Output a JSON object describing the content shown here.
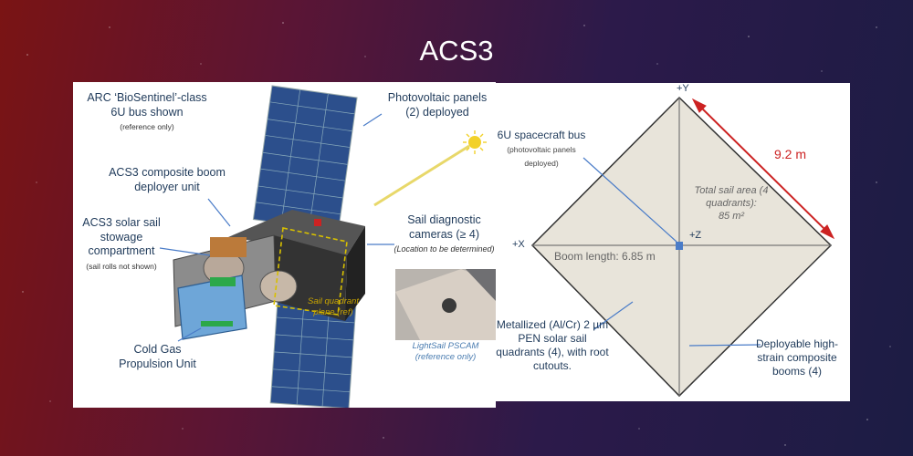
{
  "title": "ACS3",
  "left_panel": {
    "bus_label": "ARC ‘BioSentinel’-class 6U bus shown",
    "bus_note": "(reference only)",
    "pv_label": "Photovoltaic panels (2) deployed",
    "boom_deployer_label": "ACS3 composite boom deployer unit",
    "stowage_label": "ACS3 solar sail stowage compartment",
    "stowage_note": "(sail rolls not shown)",
    "cameras_label": "Sail diagnostic cameras (≥ 4)",
    "cameras_note": "(Location to be determined)",
    "quadrant_plane_label": "Sail quadrant plane (ref)",
    "pscam_label": "LightSail PSCAM",
    "pscam_note": "(reference only)",
    "propulsion_label": "Cold Gas Propulsion Unit"
  },
  "right_panel": {
    "axis_y": "+Y",
    "axis_x": "+X",
    "axis_z": "+Z",
    "span_label": "9.2 m",
    "bus_label": "6U spacecraft bus",
    "bus_note": "(photovoltaic panels deployed)",
    "sail_area_label": "Total sail area (4 quadrants):",
    "sail_area_value": "85 m²",
    "boom_length_label": "Boom length: 6.85 m",
    "sail_material_label": "Metallized (Al/Cr) 2 µm PEN solar sail quadrants (4), with root cutouts.",
    "booms_label": "Deployable high-strain composite booms (4)"
  },
  "colors": {
    "sail_fill": "#e8e4da",
    "sail_edge": "#333333",
    "dimension_arrow": "#cc2222",
    "leader_line": "#4a7cc8",
    "label_text": "#1f3a5a"
  }
}
